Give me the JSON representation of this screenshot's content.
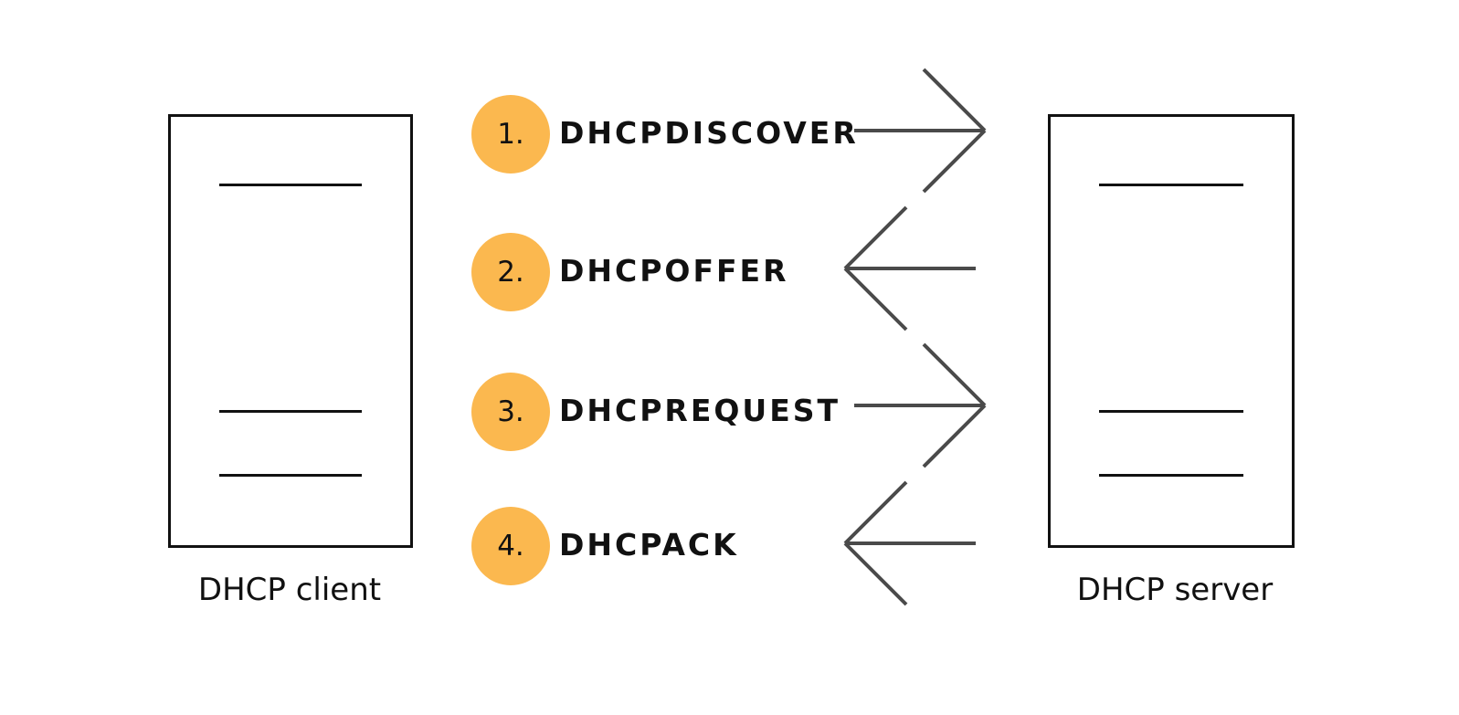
{
  "colors": {
    "badge": "#FBB84F",
    "arrow": "#4A4A4A",
    "outline": "#111111"
  },
  "client": {
    "label": "DHCP client"
  },
  "server": {
    "label": "DHCP server"
  },
  "steps": [
    {
      "number": "1.",
      "message": "DHCPDISCOVER",
      "direction": "client-to-server"
    },
    {
      "number": "2.",
      "message": "DHCPOFFER",
      "direction": "server-to-client"
    },
    {
      "number": "3.",
      "message": "DHCPREQUEST",
      "direction": "client-to-server"
    },
    {
      "number": "4.",
      "message": "DHCPACK",
      "direction": "server-to-client"
    }
  ]
}
